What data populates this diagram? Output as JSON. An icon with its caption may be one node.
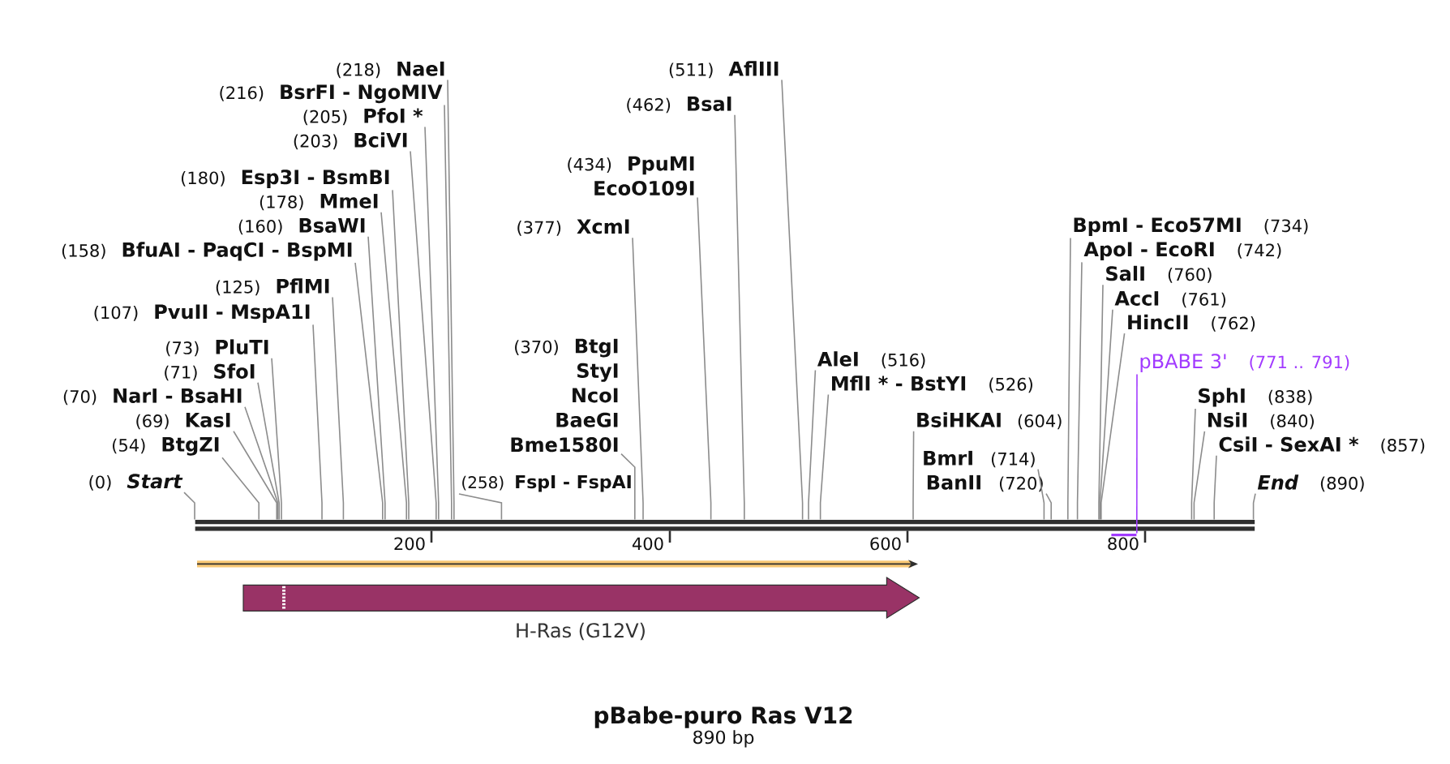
{
  "diagram": {
    "title": "pBabe-puro Ras V12",
    "nodes": [
      {
        "text": [
          "(218)",
          "NaeI"
        ]
      },
      {
        "text": [
          "(216)",
          "BsrFI - NgoMIV"
        ]
      },
      {
        "text": [
          "(205)",
          "PfoI *"
        ]
      },
      {
        "text": [
          "(203)",
          "BciVI"
        ]
      },
      {
        "text": [
          "(180)",
          "Esp3I - BsmBI"
        ]
      },
      {
        "text": [
          "(178)",
          "MmeI"
        ]
      },
      {
        "text": [
          "(160)",
          "BsaWI"
        ]
      },
      {
        "text": [
          "(158)",
          "BfuAI - PaqCI - BspMI"
        ]
      },
      {
        "text": [
          "(125)",
          "PflMI"
        ]
      },
      {
        "text": [
          "(107)",
          "PvuII - MspA1I"
        ]
      },
      {
        "text": [
          "(73)",
          "PluTI"
        ]
      },
      {
        "text": [
          "(71)",
          "SfoI"
        ]
      },
      {
        "text": [
          "(70)",
          "NarI - BsaHI"
        ]
      },
      {
        "text": [
          "(69)",
          "KasI"
        ]
      },
      {
        "text": [
          "(54)",
          "BtgZI"
        ]
      },
      {
        "text": [
          "(0)",
          "Start"
        ]
      },
      {
        "text": [
          "(258)",
          "FspI - FspAI"
        ]
      },
      {
        "text": [
          "(511)",
          "AflIII"
        ]
      },
      {
        "text": [
          "(462)",
          "BsaI"
        ]
      },
      {
        "text": [
          "(434)",
          "PpuMI",
          "EcoO109I"
        ]
      },
      {
        "text": [
          "(377)",
          "XcmI"
        ]
      },
      {
        "text": [
          "(370)",
          "BtgI",
          "StyI",
          "NcoI",
          "BaeGI",
          "Bme1580I"
        ]
      },
      {
        "text": [
          "AleI",
          "(516)"
        ]
      },
      {
        "text": [
          "MflI * - BstYI",
          "(526)"
        ]
      },
      {
        "text": [
          "BsiHKAI",
          "(604)"
        ]
      },
      {
        "text": [
          "BpmI - Eco57MI",
          "(734)"
        ]
      },
      {
        "text": [
          "ApoI - EcoRI",
          "(742)"
        ]
      },
      {
        "text": [
          "SalI",
          "(760)"
        ]
      },
      {
        "text": [
          "AccI",
          "(761)"
        ]
      },
      {
        "text": [
          "HincII",
          "(762)"
        ]
      },
      {
        "text": [
          "pBABE 3'",
          "(771 .. 791)"
        ]
      },
      {
        "text": [
          "SphI",
          "(838)"
        ]
      },
      {
        "text": [
          "NsiI",
          "(840)"
        ]
      },
      {
        "text": [
          "CsiI - SexAI *",
          "(857)"
        ]
      },
      {
        "text": [
          "BmrI",
          "(714)"
        ]
      },
      {
        "text": [
          "BanII",
          "(720)"
        ]
      },
      {
        "text": [
          "End",
          "(890)"
        ]
      },
      {
        "text": [],
        "shape": "bar"
      },
      {
        "text": [],
        "shape": "bar"
      },
      {
        "text": [
          "H-Ras (G12V)"
        ]
      }
    ],
    "edges": [
      {
        "from": 0,
        "to": 37,
        "arrow": "none"
      },
      {
        "from": 1,
        "to": 37,
        "arrow": "none"
      },
      {
        "from": 2,
        "to": 37,
        "arrow": "none"
      },
      {
        "from": 3,
        "to": 37,
        "arrow": "none"
      },
      {
        "from": 4,
        "to": 37,
        "arrow": "none"
      },
      {
        "from": 5,
        "to": 37,
        "arrow": "none"
      },
      {
        "from": 6,
        "to": 37,
        "arrow": "none"
      },
      {
        "from": 7,
        "to": 37,
        "arrow": "none"
      },
      {
        "from": 8,
        "to": 37,
        "arrow": "none"
      },
      {
        "from": 9,
        "to": 37,
        "arrow": "none"
      },
      {
        "from": 10,
        "to": 37,
        "arrow": "none"
      },
      {
        "from": 11,
        "to": 37,
        "arrow": "none"
      },
      {
        "from": 12,
        "to": 37,
        "arrow": "none"
      },
      {
        "from": 13,
        "to": 37,
        "arrow": "none"
      },
      {
        "from": 14,
        "to": 37,
        "arrow": "none"
      },
      {
        "from": 15,
        "to": 37,
        "arrow": "none"
      },
      {
        "from": 16,
        "to": 37,
        "arrow": "none"
      },
      {
        "from": 17,
        "to": 37,
        "arrow": "none"
      },
      {
        "from": 18,
        "to": 37,
        "arrow": "none"
      },
      {
        "from": 19,
        "to": 37,
        "arrow": "none"
      },
      {
        "from": 20,
        "to": 37,
        "arrow": "none"
      },
      {
        "from": 21,
        "to": 37,
        "arrow": "none"
      },
      {
        "from": 22,
        "to": 37,
        "arrow": "none"
      },
      {
        "from": 23,
        "to": 37,
        "arrow": "none"
      },
      {
        "from": 24,
        "to": 37,
        "arrow": "none"
      },
      {
        "from": 25,
        "to": 37,
        "arrow": "none"
      },
      {
        "from": 26,
        "to": 37,
        "arrow": "none"
      },
      {
        "from": 27,
        "to": 37,
        "arrow": "none"
      },
      {
        "from": 28,
        "to": 37,
        "arrow": "none"
      },
      {
        "from": 29,
        "to": 37,
        "arrow": "none"
      },
      {
        "from": 30,
        "to": 38,
        "arrow": "none",
        "color": "#a23bff"
      },
      {
        "from": 31,
        "to": 37,
        "arrow": "none"
      },
      {
        "from": 32,
        "to": 37,
        "arrow": "none"
      },
      {
        "from": 33,
        "to": 37,
        "arrow": "none"
      },
      {
        "from": 34,
        "to": 37,
        "arrow": "none"
      },
      {
        "from": 35,
        "to": 37,
        "arrow": "none"
      },
      {
        "from": 36,
        "to": 37,
        "arrow": "none"
      }
    ],
    "labels": [
      "200",
      "400",
      "600",
      "800",
      "890 bp"
    ]
  }
}
